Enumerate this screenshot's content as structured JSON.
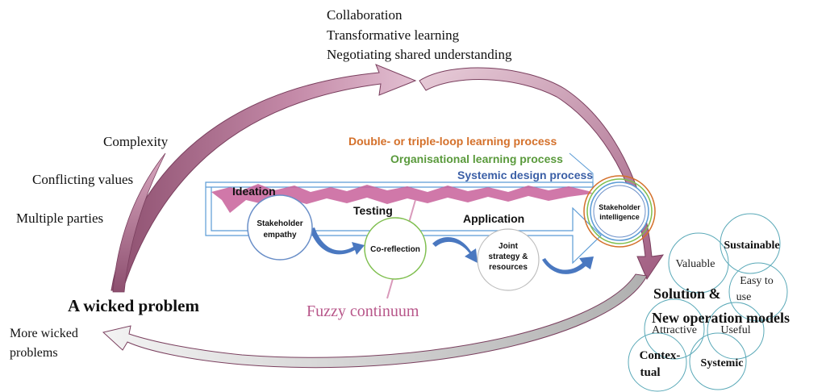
{
  "top_labels": [
    "Collaboration",
    "Transformative learning",
    "Negotiating shared understanding"
  ],
  "left_labels": [
    "Complexity",
    "Conflicting values",
    "Multiple parties"
  ],
  "wicked_problem": "A wicked problem",
  "more_wicked": [
    "More wicked",
    "problems"
  ],
  "loops": {
    "double_triple": "Double- or triple-loop learning process",
    "organisational": "Organisational learning process",
    "systemic": "Systemic design process"
  },
  "phases": {
    "ideation": "Ideation",
    "testing": "Testing",
    "application": "Application"
  },
  "process_circles": {
    "empathy": [
      "Stakeholder",
      "empathy"
    ],
    "coreflection": [
      "Co-reflection"
    ],
    "joint": [
      "Joint",
      "strategy &",
      "resources"
    ],
    "intelligence": [
      "Stakeholder",
      "intelligence"
    ]
  },
  "fuzzy": "Fuzzy continuum",
  "solution": [
    "Solution &",
    "New operation models"
  ],
  "qualities": {
    "valuable": "Valuable",
    "sustainable": "Sustainable",
    "easy": [
      "Easy to",
      "use"
    ],
    "attractive": "Attractive",
    "useful": "Useful",
    "contextual": [
      "Contex-",
      "tual"
    ],
    "systemic": "Systemic"
  },
  "colors": {
    "big_arrow": "#c48aa8",
    "big_arrow_dark": "#8d4f6f",
    "orange": "#d4702a",
    "green": "#5a9a3c",
    "blue": "#3b5fa6",
    "fuzzy": "#b8578a",
    "frame": "#5b9bd5",
    "circle_blue": "#6a8fc8",
    "circle_green": "#7fbf4f",
    "quality_circle": "#5aa9b8"
  }
}
